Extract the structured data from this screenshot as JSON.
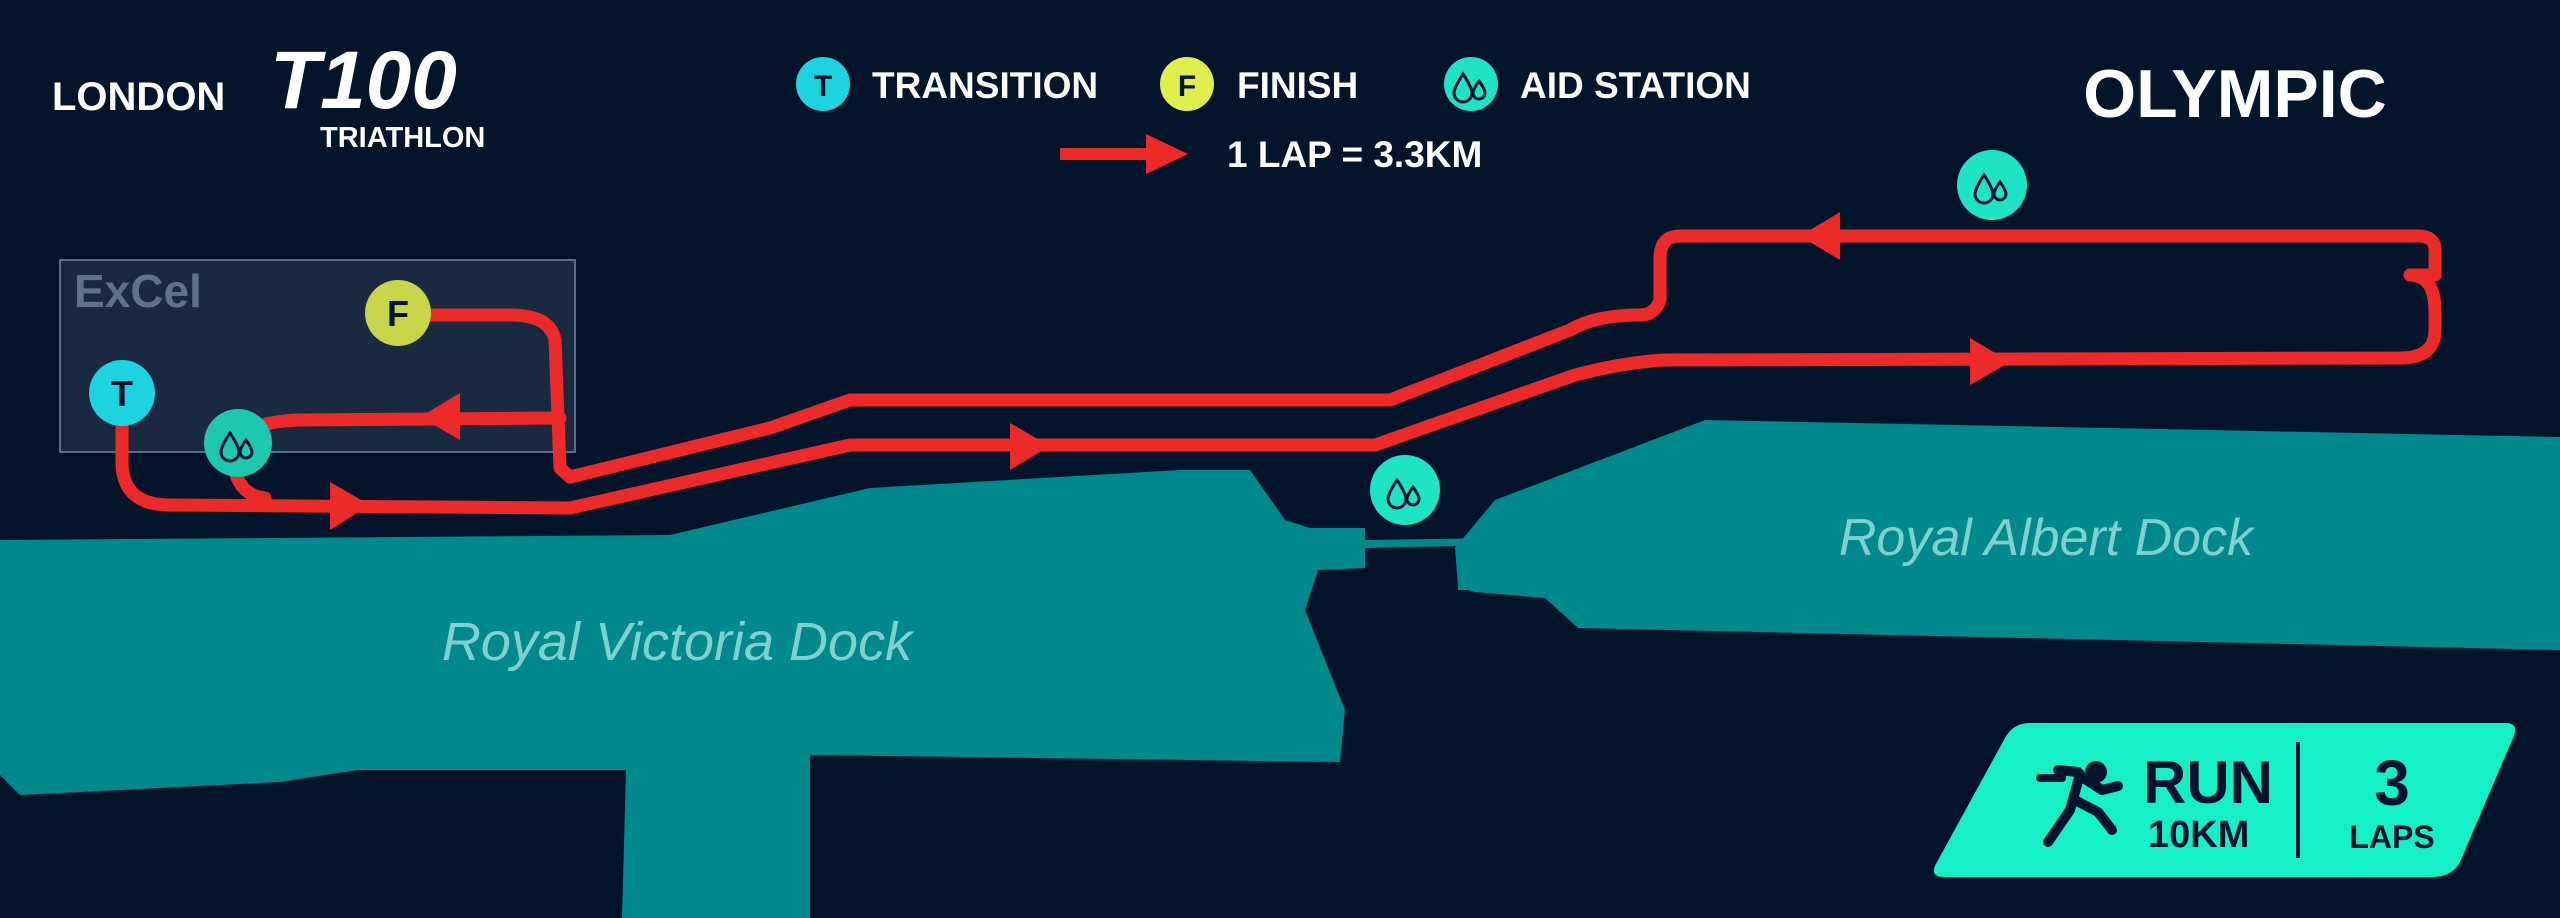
{
  "brand": {
    "city": "LONDON",
    "series": "T100",
    "sport": "TRIATHLON"
  },
  "distance": "OLYMPIC",
  "legend": {
    "transition": {
      "letter": "T",
      "label": "TRANSITION"
    },
    "finish": {
      "letter": "F",
      "label": "FINISH"
    },
    "aid_station": {
      "label": "AID STATION"
    },
    "lap": {
      "label": "1 LAP = 3.3KM"
    }
  },
  "places": {
    "venue": "ExCel",
    "dock_west": "Royal Victoria Dock",
    "dock_east": "Royal Albert Dock"
  },
  "markers": {
    "transition": "T",
    "finish": "F"
  },
  "badge": {
    "discipline": "RUN",
    "distance": "10KM",
    "laps_count": "3",
    "laps_label": "LAPS"
  },
  "colors": {
    "background": "#03142b",
    "water": "#00898b",
    "route": "#ed2a2a",
    "transition": "#1dd3e0",
    "finish": "#d4e34a",
    "aid_station": "#1ee3c4",
    "badge": "#15f0c6"
  },
  "icons": {
    "aid_station": "water-drops-icon",
    "runner": "runner-icon",
    "arrow": "direction-arrow-icon"
  }
}
